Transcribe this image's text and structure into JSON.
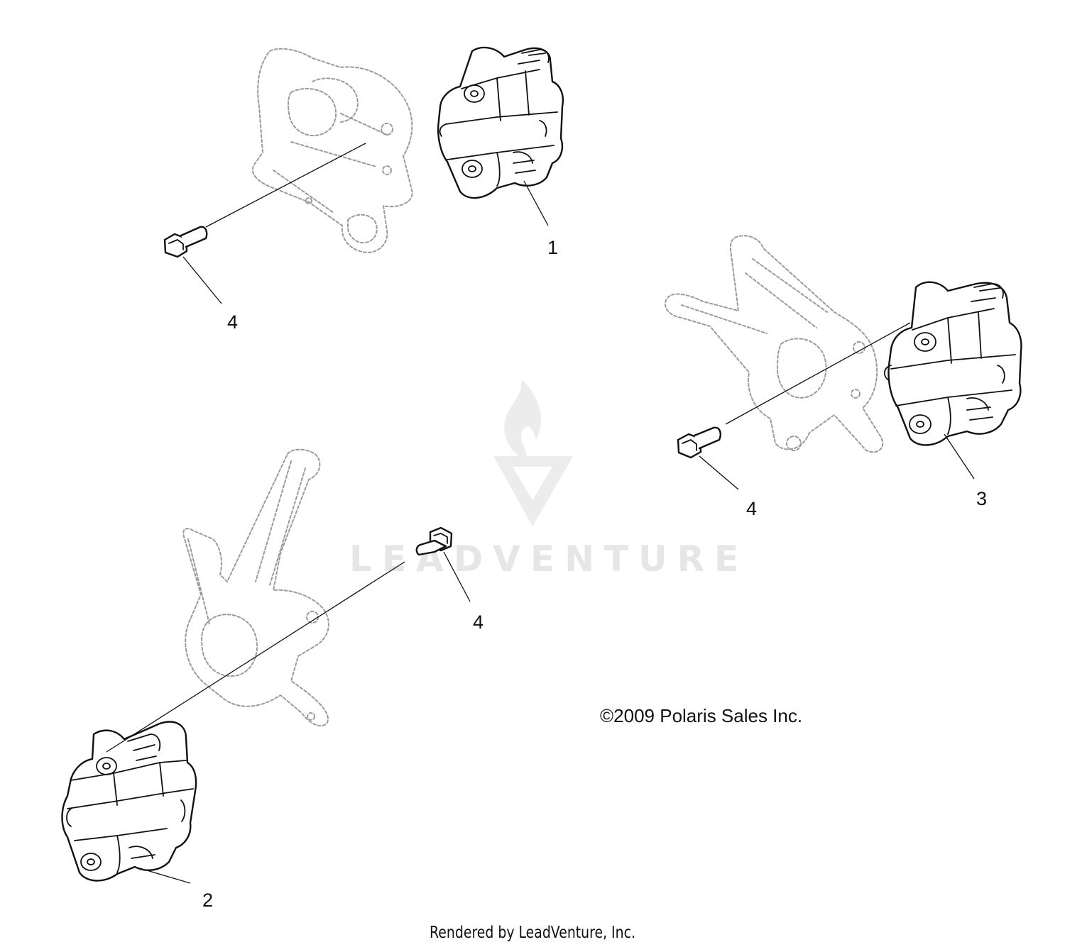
{
  "watermark": {
    "text": "LEADVENTURE"
  },
  "callouts": {
    "c1": "1",
    "c2": "2",
    "c3": "3",
    "c4a": "4",
    "c4b": "4",
    "c4c": "4"
  },
  "copyright": "©2009 Polaris Sales Inc.",
  "footer": "Rendered by LeadVenture, Inc."
}
